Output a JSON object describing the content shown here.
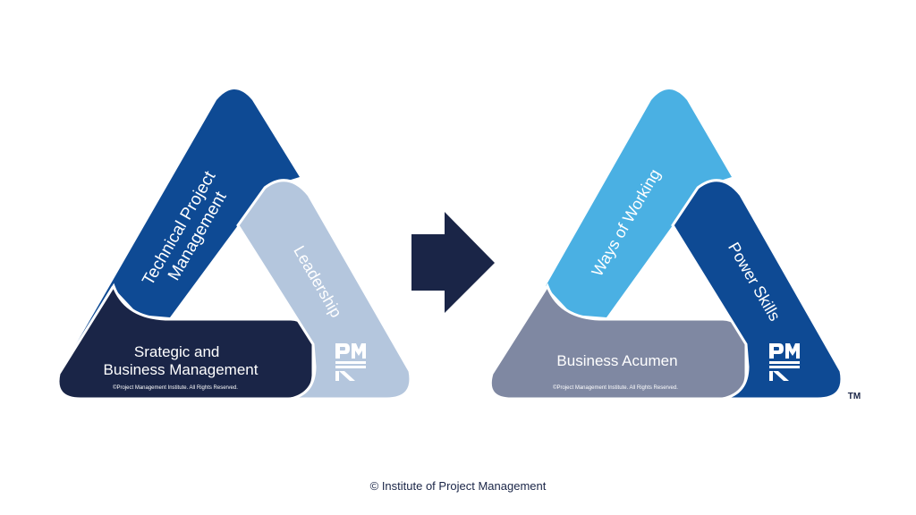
{
  "left_triangle": {
    "top_label_line1": "Technical Project",
    "top_label_line2": "Management",
    "right_label": "Leadership",
    "bottom_label_line1": "Srategic and",
    "bottom_label_line2": "Business Management",
    "copyright": "©Project Management Institute. All Rights Reserved.",
    "colors": {
      "top": "#0e4a94",
      "right": "#b4c6dd",
      "bottom": "#1a2547"
    }
  },
  "right_triangle": {
    "top_label": "Ways of Working",
    "right_label": "Power Skills",
    "bottom_label": "Business Acumen",
    "copyright": "©Project Management Institute. All Rights Reserved.",
    "trademark": "TM",
    "colors": {
      "top": "#4ab0e3",
      "right": "#0e4a94",
      "bottom": "#7f88a2"
    }
  },
  "arrow": {
    "icon": "right-arrow-icon",
    "color": "#1a2547"
  },
  "logo": {
    "icon": "pmi-logo-icon"
  },
  "footer": {
    "text": "© Institute of Project Management"
  }
}
